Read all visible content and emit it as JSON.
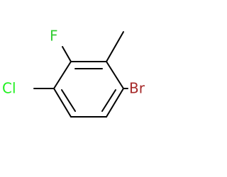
{
  "molecule": {
    "atoms": {
      "F": {
        "label": "F",
        "color": "#33CC33"
      },
      "Cl": {
        "label": "Cl",
        "color": "#1FF01F"
      },
      "Br": {
        "label": "Br",
        "color": "#A62929"
      }
    },
    "bond_color": "#000000"
  }
}
